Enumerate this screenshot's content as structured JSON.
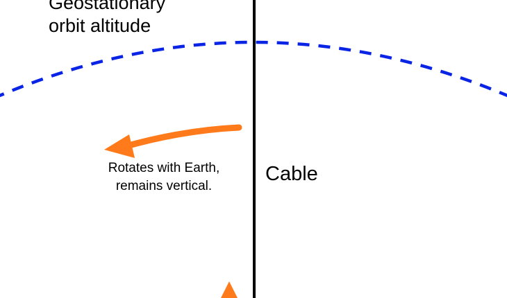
{
  "labels": {
    "orbit_line1": "Geostationary",
    "orbit_line2": "orbit altitude",
    "cable": "Cable",
    "rotation_line1": "Rotates with Earth,",
    "rotation_line2": "remains vertical."
  },
  "colors": {
    "orbit": "#0a24e6",
    "arrow": "#ff7a1a",
    "cable": "#000000",
    "text": "#000000"
  }
}
